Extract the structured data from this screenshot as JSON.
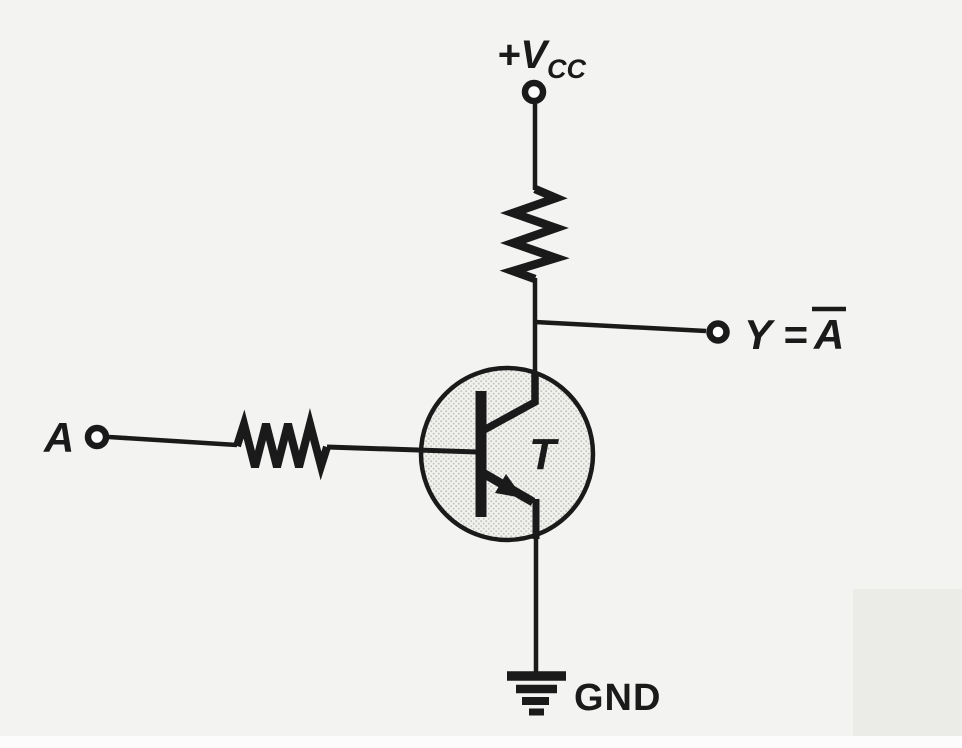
{
  "circuit": {
    "supply": {
      "prefix": "+V",
      "subscript": "CC"
    },
    "input": {
      "label": "A"
    },
    "output": {
      "lhs": "Y =",
      "var": "A"
    },
    "transistor": {
      "label": "T"
    },
    "ground": {
      "label": "GND"
    },
    "colors": {
      "ink": "#1a1a1a",
      "paper": "#f3f3f1",
      "paper_shade": "#ebebe8",
      "paper_edge": "#fcfcfc",
      "transistor_fill": "#f2f2ef",
      "halftone_dot": "#c6c6c3",
      "terminal_fill": "#fdfdfd"
    }
  }
}
